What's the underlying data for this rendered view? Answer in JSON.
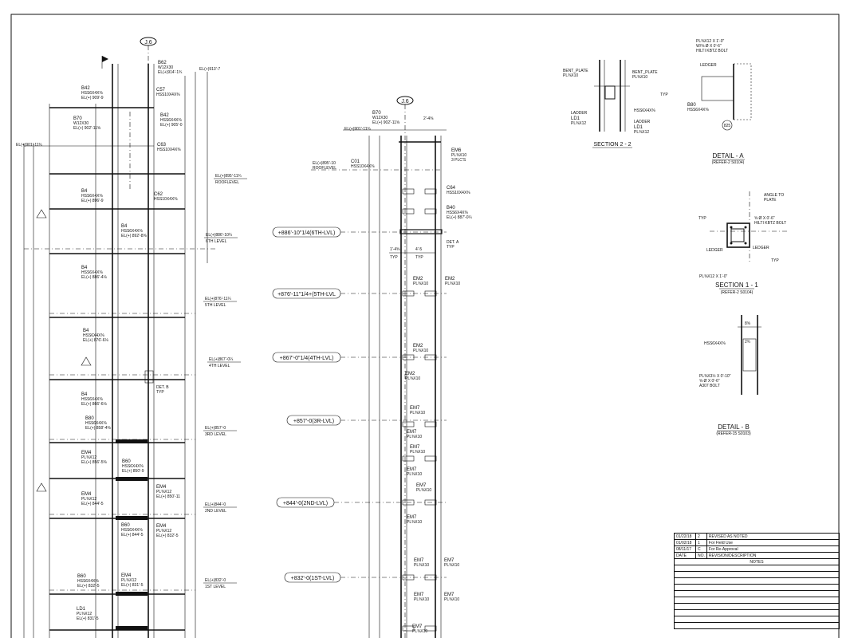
{
  "grid_label": "J.6",
  "left_elevation": {
    "top_labels": {
      "b62": "B62",
      "b62_sub": "W12X30",
      "b62_el": "EL(+)914'-1¾",
      "el_top": "EL(+)913'-7"
    },
    "beams": [
      {
        "name": "B42",
        "size": "HSS6X4X⅜",
        "el": "EL(+) 909'-9"
      },
      {
        "name": "C57",
        "size": "HSS10X4X⅜",
        "el": ""
      },
      {
        "name": "B70",
        "size": "W12X30",
        "el": "EL(+) 902'-11⅝"
      },
      {
        "name": "B42",
        "size": "HSS6X4X⅜",
        "el": "EL(+) 905'-0"
      },
      {
        "name": "C63",
        "size": "HSS10X4X⅜",
        "el": ""
      },
      {
        "name": "B4",
        "size": "HSS6X4X⅜",
        "el": "EL(+) 896'-9"
      },
      {
        "name": "C62",
        "size": "HSS10X4X⅜",
        "el": ""
      },
      {
        "name": "B4",
        "size": "HSS6X4X⅜",
        "el": "EL(+) 892'-8⅝"
      },
      {
        "name": "B4",
        "size": "HSS6X4X⅜",
        "el": "EL(+) 886'-4⅛"
      },
      {
        "name": "B4",
        "size": "HSS6X4X⅜",
        "el": "EL(+) 876'-6⅛"
      },
      {
        "name": "B4",
        "size": "HSS6X4X⅜",
        "el": "EL(+) 866'-6⅛"
      },
      {
        "name": "B80",
        "size": "HSS6X4X⅜",
        "el": "EL(+) 858'-4⅜"
      },
      {
        "name": "EM4",
        "size": "PL⅜X12",
        "el": "EL(+) 856'-5⅜"
      },
      {
        "name": "B60",
        "size": "HSS6X4X⅜",
        "el": "EL(+) 850'-9"
      },
      {
        "name": "EM4",
        "size": "PL⅜X12",
        "el": "EL(+) 850'-11"
      },
      {
        "name": "EM4",
        "size": "PL⅜X12",
        "el": "EL(+) 844'-5"
      },
      {
        "name": "B60",
        "size": "HSS6X4X⅜",
        "el": "EL(+) 844'-5"
      },
      {
        "name": "EM4",
        "size": "PL⅜X12",
        "el": "EL(+) 832'-5"
      },
      {
        "name": "B60",
        "size": "HSS6X4X⅜",
        "el": "EL(+) 832'-5"
      },
      {
        "name": "EM4",
        "size": "PL⅜X12",
        "el": "EL(+) 831'-5"
      },
      {
        "name": "LD1",
        "size": "PL⅜X12",
        "el": "EL(+) 831'-5"
      }
    ],
    "level_tags": [
      {
        "el": "EL(+)895'-11¾",
        "name": "ROOFLEVEL"
      },
      {
        "el": "EL(+)886'-10¼",
        "name": "6TH LEVEL"
      },
      {
        "el": "EL(+)876'-11¼",
        "name": "5TH LEVEL"
      },
      {
        "el": "EL(+)867'-0¼",
        "name": "4TH LEVEL"
      },
      {
        "el": "EL(+)857'-0",
        "name": "3RD LEVEL"
      },
      {
        "el": "EL(+)844'-0",
        "name": "2ND LEVEL"
      },
      {
        "el": "EL(+)832'-0",
        "name": "1ST LEVEL"
      }
    ],
    "left_el": "EL(+)901'-11¾",
    "det_b": "DET. B",
    "typ": "TYP"
  },
  "middle_elevation": {
    "b70": "B70",
    "b70_sub": "W12X30",
    "b70_el": "EL(+) 902'-11⅝",
    "el_top": "EL(+)901'-11¾",
    "c01": "C01",
    "c01_sub": "HSS10X4X⅜",
    "roof_el": "EL(+)895'-10",
    "roof_name": "ROOFLEVEL",
    "em6": "EM6",
    "em6_sub": "PL⅜X10",
    "em6_sub2": "3 PLC'S",
    "c64": "C64",
    "c64_sub": "HSS10X4X⅜",
    "b40": "B40",
    "b40_sub": "HSS6X4X⅜",
    "b40_el": "EL(+) 887'-0¼",
    "det_a": "DET. A",
    "typ": "TYP",
    "dim_top": "2'-4⅝",
    "dim_a": "1'-4⅝",
    "dim_b": "4'-5",
    "levels": [
      "+886'-10\"1/4(6TH-LVL)",
      "+876'-11\"1/4+(5TH-LVL",
      "+867'-0\"1/4(4TH-LVL)",
      "+857'-0(3R-LVL)",
      "+844'-0(2ND-LVL)",
      "+832'-0(1ST-LVL)"
    ],
    "em_labels": [
      {
        "name": "EM2",
        "sub": "PL⅜X10"
      },
      {
        "name": "EM2",
        "sub": "PL⅜X10"
      },
      {
        "name": "EM2",
        "sub": "PL⅜X10"
      },
      {
        "name": "EM2",
        "sub": "PL⅜X10"
      },
      {
        "name": "EM7",
        "sub": "PL⅜X10"
      },
      {
        "name": "EM7",
        "sub": "PL⅜X10"
      },
      {
        "name": "EM7",
        "sub": "PL⅜X10"
      },
      {
        "name": "EM7",
        "sub": "PL⅜X10"
      },
      {
        "name": "EM7",
        "sub": "PL⅜X10"
      },
      {
        "name": "EM7",
        "sub": "PL⅜X10"
      },
      {
        "name": "EM7",
        "sub": "PL⅜X10"
      },
      {
        "name": "EM7",
        "sub": "PL⅜X10"
      },
      {
        "name": "EM7",
        "sub": "PL⅜X10"
      },
      {
        "name": "EM7",
        "sub": "PL⅜X10"
      },
      {
        "name": "EM7",
        "sub": "PL⅜X10"
      }
    ]
  },
  "section_22": {
    "title": "SECTION 2 - 2",
    "bent_plate_l": "BENT_PLATE",
    "bent_plate_l_sub": "PL⅜X10",
    "bent_plate_r": "BENT_PLATE",
    "bent_plate_r_sub": "PL⅜X10",
    "ladder_l": "LADDER",
    "ld1_l": "LD1",
    "ld1_l_sub": "PL⅜X12",
    "hss": "HSS6X4X⅜",
    "ladder_r": "LADDER",
    "ld1_r": "LD1",
    "ld1_r_sub": "PL⅜X12",
    "typ": "TYP"
  },
  "detail_a": {
    "title": "DETAIL - A",
    "ref": "(REFER-2 S0104)",
    "note1": "PL⅜X12 X 1'-0\"",
    "note2": "W/⅝ Ø X 0'-6\"",
    "note3": "HILTI KBTZ BOLT",
    "ledger": "LEDGER",
    "b80": "B80",
    "b80_sub": "HSS6X4X⅜",
    "badge": "825"
  },
  "section_11": {
    "title": "SECTION 1 - 1",
    "ref": "(REFER-2 S0104)",
    "angle": "ANGLE TO",
    "angle2": "PLATE",
    "bolt1": "⅝ Ø X 0'-6\"",
    "bolt2": "HILTI KBTZ BOLT",
    "ledger": "LEDGER",
    "pl": "PL⅜X12 X 1'-0\"",
    "typ": "TYP"
  },
  "detail_b": {
    "title": "DETAIL - B",
    "ref": "(REFER-15 S0103)",
    "hss": "HSS6X4X⅜",
    "dim": "8⅝",
    "dim2": "2¾",
    "pl": "PL⅜X3½ X 0'-10\"",
    "bolt": "⅝ Ø X 0'-6\"",
    "bolt2": "A307 BOLT"
  },
  "title_block": {
    "rows": [
      {
        "date": "01/22/18",
        "no": "2",
        "desc": "REVISED AS NOTED"
      },
      {
        "date": "01/02/18",
        "no": "1",
        "desc": "For Field Use"
      },
      {
        "date": "08/11/17",
        "no": "C",
        "desc": "For Re-Approval"
      }
    ],
    "header": {
      "date": "DATE",
      "no": "NO.",
      "desc": "REVISION/DESCRIPTION"
    },
    "notes": "NOTES"
  }
}
